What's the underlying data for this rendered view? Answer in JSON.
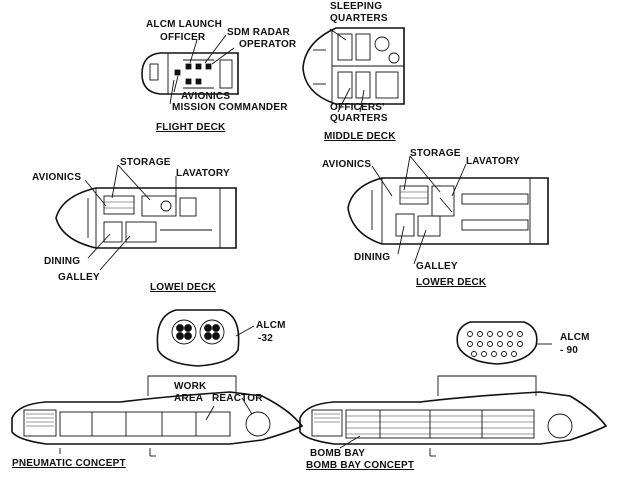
{
  "flight_deck": {
    "labels": {
      "alcm_launch": "ALCM LAUNCH",
      "officer": "OFFICER",
      "sdm_radar": "SDM RADAR",
      "operator": "OPERATOR",
      "avionics": "AVIONICS",
      "mission_commander": "MISSION COMMANDER"
    },
    "caption": "FLIGHT DECK"
  },
  "middle_deck": {
    "labels": {
      "sleeping": "SLEEPING",
      "quarters": "QUARTERS",
      "officers": "OFFICERS'",
      "officers_quarters": "QUARTERS"
    },
    "caption": "MIDDLE DECK"
  },
  "lower_deck_left": {
    "labels": {
      "avionics": "AVIONICS",
      "storage": "STORAGE",
      "lavatory": "LAVATORY",
      "dining": "DINING",
      "galley": "GALLEY"
    },
    "caption": "LOWEl DECK"
  },
  "lower_deck_right": {
    "labels": {
      "avionics": "AVIONICS",
      "storage": "STORAGE",
      "lavatory": "LAVATORY",
      "dining": "DINING",
      "galley": "GALLEY"
    },
    "caption": "LOWER DECK"
  },
  "pneumatic": {
    "labels": {
      "alcm": "ALCM",
      "alcm_num": "-32",
      "work": "WORK",
      "area": "AREA",
      "reactor": "REACTOR"
    },
    "caption": "PNEUMATIC CONCEPT"
  },
  "bomb_bay": {
    "labels": {
      "alcm": "ALCM",
      "alcm_num": "- 90",
      "bomb_bay": "BOMB BAY"
    },
    "caption": "BOMB BAY CONCEPT"
  }
}
